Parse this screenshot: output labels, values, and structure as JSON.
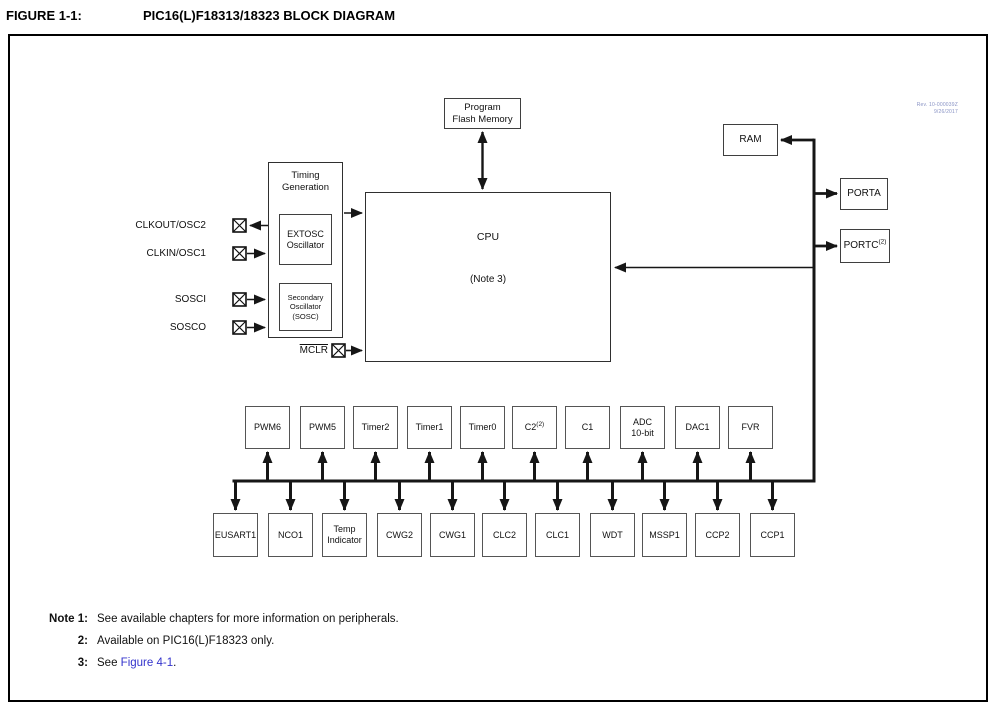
{
  "figure": {
    "label": "FIGURE 1-1:",
    "title": "PIC16(L)F18313/18323 BLOCK DIAGRAM"
  },
  "rev_note": {
    "line1": "Rev. 10-000039Z",
    "line2": "9/26/2017"
  },
  "blocks": {
    "program_flash_memory": "Program\nFlash Memory",
    "ram": "RAM",
    "cpu_title": "CPU",
    "cpu_note": "(Note 3)",
    "timing_generation": "Timing\nGeneration",
    "extosc": "EXTOSC\nOscillator",
    "sosc": "Secondary\nOscillator\n(SOSC)",
    "porta": "PORTA",
    "portc_label": "PORTC",
    "portc_sup": "(2)"
  },
  "pins": {
    "clkout": "CLKOUT/OSC2",
    "clkin": "CLKIN/OSC1",
    "sosci": "SOSCI",
    "sosco": "SOSCO",
    "mclr": "MCLR"
  },
  "peripherals_row1": [
    {
      "label": "PWM6"
    },
    {
      "label": "PWM5"
    },
    {
      "label": "Timer2"
    },
    {
      "label": "Timer1"
    },
    {
      "label": "Timer0"
    },
    {
      "label": "C2",
      "sup": "(2)"
    },
    {
      "label": "C1"
    },
    {
      "label": "ADC\n10-bit"
    },
    {
      "label": "DAC1"
    },
    {
      "label": "FVR"
    }
  ],
  "peripherals_row2": [
    {
      "label": "EUSART1"
    },
    {
      "label": "NCO1"
    },
    {
      "label": "Temp\nIndicator"
    },
    {
      "label": "CWG2"
    },
    {
      "label": "CWG1"
    },
    {
      "label": "CLC2"
    },
    {
      "label": "CLC1"
    },
    {
      "label": "WDT"
    },
    {
      "label": "MSSP1"
    },
    {
      "label": "CCP2"
    },
    {
      "label": "CCP1"
    }
  ],
  "notes": [
    {
      "prefix": "Note 1:",
      "text": "See available chapters for more information on peripherals."
    },
    {
      "prefix": "2:",
      "text": "Available on PIC16(L)F18323 only."
    },
    {
      "prefix": "3:",
      "before": "See ",
      "link": "Figure 4-1",
      "after": "."
    }
  ],
  "colors": {
    "link": "#3333cc",
    "line": "#161616"
  }
}
